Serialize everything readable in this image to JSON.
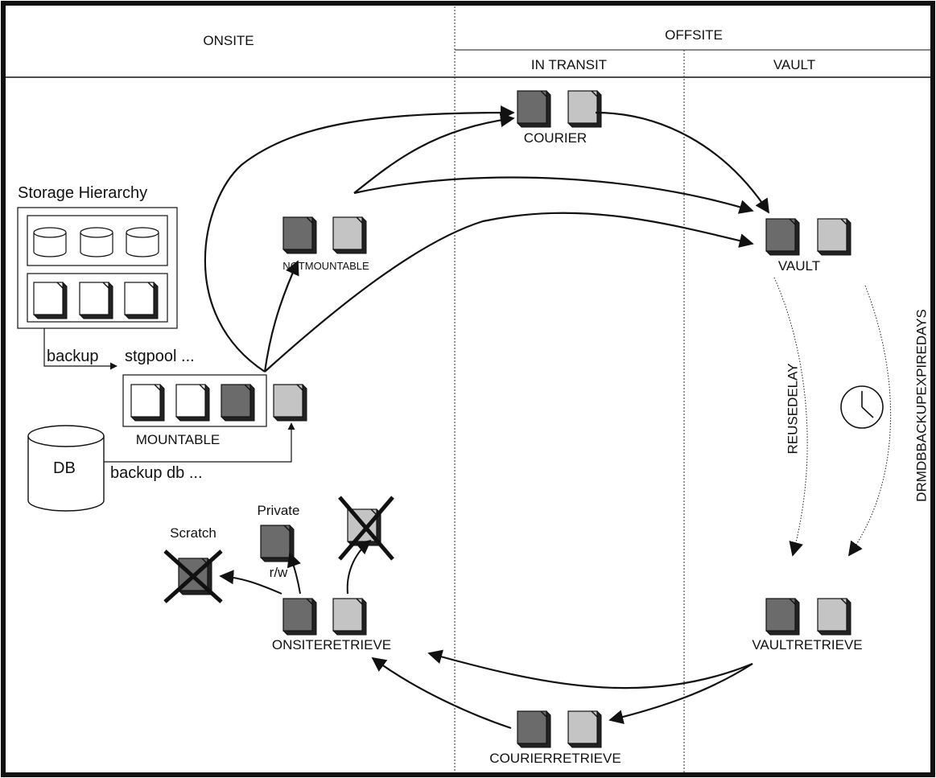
{
  "headers": {
    "onsite": "ONSITE",
    "offsite": "OFFSITE",
    "in_transit": "IN TRANSIT",
    "vault": "VAULT"
  },
  "states": {
    "courier": "COURIER",
    "vault": "VAULT",
    "notmountable": "NOTMOUNTABLE",
    "mountable": "MOUNTABLE",
    "vaultretrieve": "VAULTRETRIEVE",
    "courierretrieve": "COURIERRETRIEVE",
    "onsiteretrieve": "ONSITERETRIEVE"
  },
  "labels": {
    "storage_hierarchy": "Storage Hierarchy",
    "backup": "backup",
    "stgpool": "stgpool ...",
    "db": "DB",
    "backup_db": "backup db ...",
    "private": "Private",
    "rw": "r/w",
    "scratch": "Scratch",
    "reusedelay": "REUSEDELAY",
    "drmdbbackupexpiredays": "DRMDBBACKUPEXPIREDAYS"
  },
  "icons": {
    "clock": "clock-icon",
    "cancel": "x-mark-icon",
    "database": "database-cylinder-icon",
    "volume": "tape-volume-icon"
  },
  "colors": {
    "dark_volume": "#6b6b6b",
    "light_volume": "#c4c4c4",
    "white_volume": "#ffffff",
    "line": "#111111"
  }
}
